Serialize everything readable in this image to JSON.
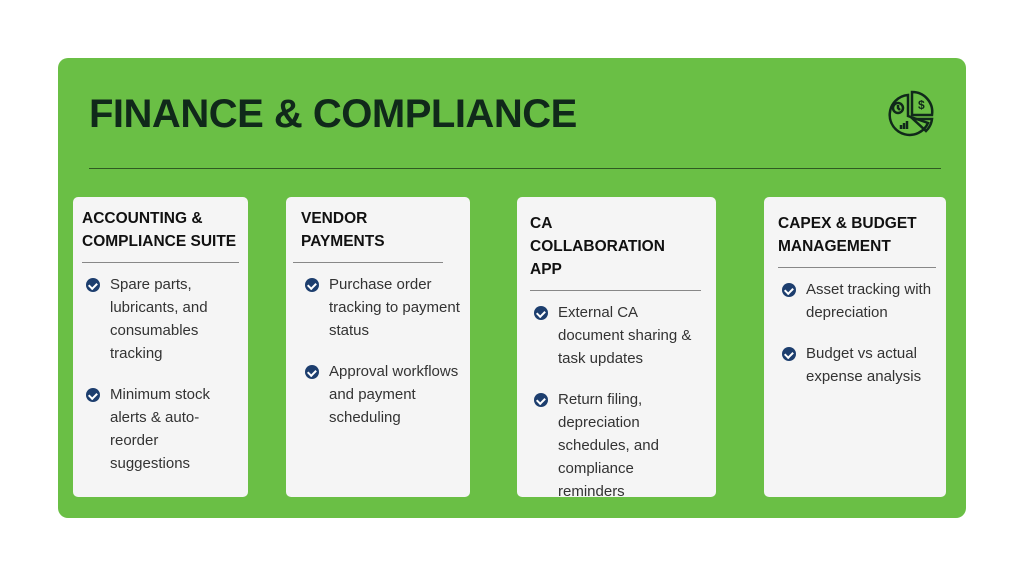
{
  "title": "FINANCE & COMPLIANCE",
  "cards": [
    {
      "heading": "ACCOUNTING & COMPLIANCE SUITE",
      "items": [
        "Spare parts, lubricants, and consumables tracking",
        "Minimum stock alerts & auto-reorder suggestions"
      ]
    },
    {
      "heading": "VENDOR PAYMENTS",
      "items": [
        "Purchase order tracking to payment status",
        "Approval workflows and payment scheduling"
      ]
    },
    {
      "heading": "CA COLLABORATION APP",
      "items": [
        "External CA document sharing & task updates",
        "Return filing, depreciation schedules, and compliance reminders"
      ]
    },
    {
      "heading": "CAPEX & BUDGET MANAGEMENT",
      "items": [
        "Asset tracking with depreciation",
        "Budget vs actual expense analysis"
      ]
    }
  ],
  "colors": {
    "panel": "#6abf45",
    "title": "#10291a",
    "check": "#1d3e6e"
  }
}
